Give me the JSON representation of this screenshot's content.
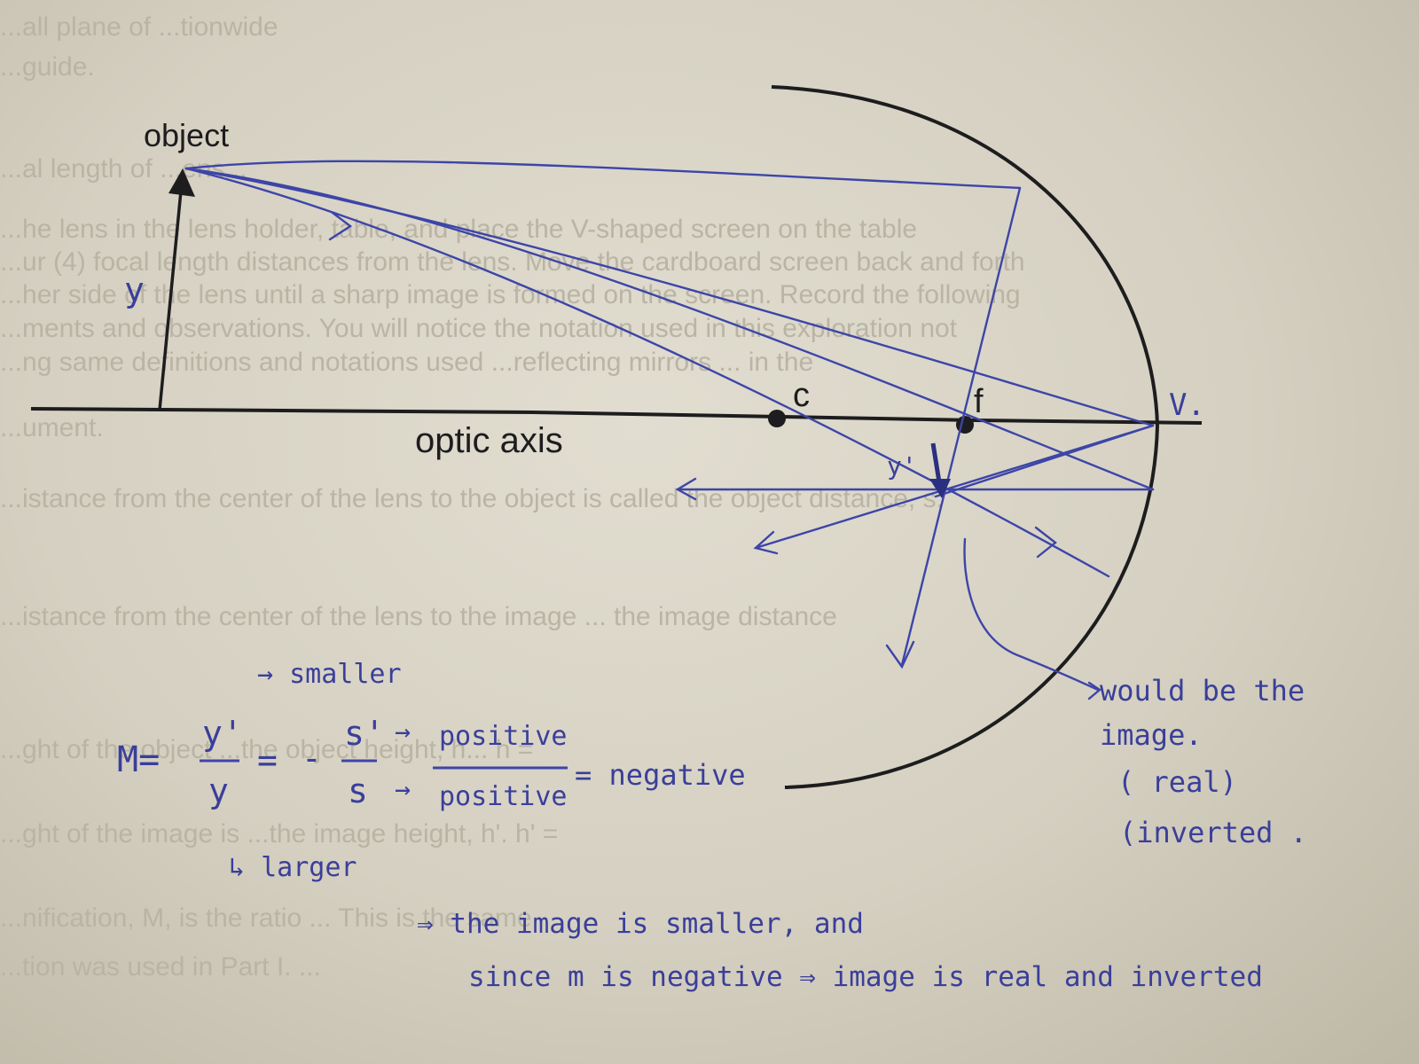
{
  "diagram": {
    "labels": {
      "object": "object",
      "y": "y",
      "y_prime": "y'",
      "c": "c",
      "f": "f",
      "v": "V.",
      "optic_axis": "optic axis"
    },
    "note_image": [
      "would be the",
      "image.",
      "( real)",
      "(inverted ."
    ],
    "equation": {
      "m": "M=",
      "numerator": "y'",
      "denominator": "y",
      "equals": "=",
      "minus": "-",
      "s_prime": "s'",
      "s": "s",
      "arrow1": "→",
      "arrow2": "→",
      "positive_top": "positive",
      "positive_bottom": "positive",
      "result": "= negative",
      "smaller": "→ smaller",
      "larger": "↳ larger"
    },
    "conclusion": {
      "line1": "⇒ the image is smaller, and",
      "line2": "since m is negative ⇒ image is real and inverted"
    },
    "background_text": [
      "...all plane of ...tionwide",
      "...guide.",
      "...al length of ...ens...",
      "...he lens in the lens holder, table, and place the V-shaped screen on the table",
      "...ur (4) focal length distances from the lens. Move the cardboard screen back and forth",
      "...her side of the lens until a sharp image is formed on the screen. Record the following",
      "...ments and observations. You will notice the notation used in this exploration not",
      "...ng same definitions and notations used ...reflecting mirrors ... in the",
      "...ument.",
      "...istance from the center of the lens to the object is called the object distance, s.",
      "...istance from the center of the lens to the image ... the image distance",
      "...ght of the object ...the object height, h... h =",
      "...ght of the image is ...the image height, h'. h' =",
      "...nification, M, is the ratio ... This is the same",
      "...tion was used in Part I. ..."
    ],
    "colors": {
      "ink": "#3d45a8",
      "print": "#1d1d1f",
      "paper": "#dad6c8"
    }
  }
}
